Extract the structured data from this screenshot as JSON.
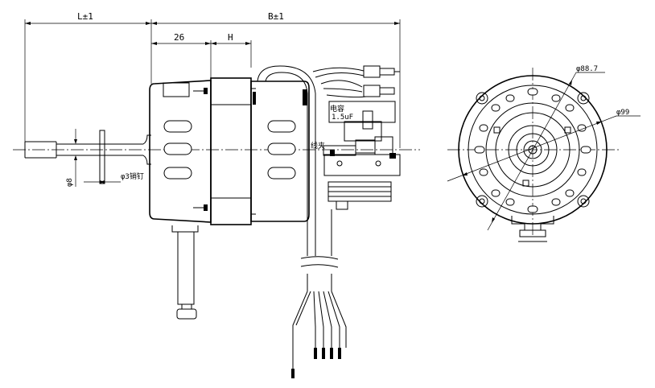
{
  "dimensions": {
    "l": "L±1",
    "b": "B±1",
    "d26": "26",
    "h": "H",
    "phi8": "φ8",
    "phi3": "φ3销钉",
    "phi887": "φ88.7",
    "phi99": "φ99"
  },
  "labels": {
    "cap_line1": "电容",
    "cap_line2": "1.5uF",
    "clip": "线夹"
  }
}
